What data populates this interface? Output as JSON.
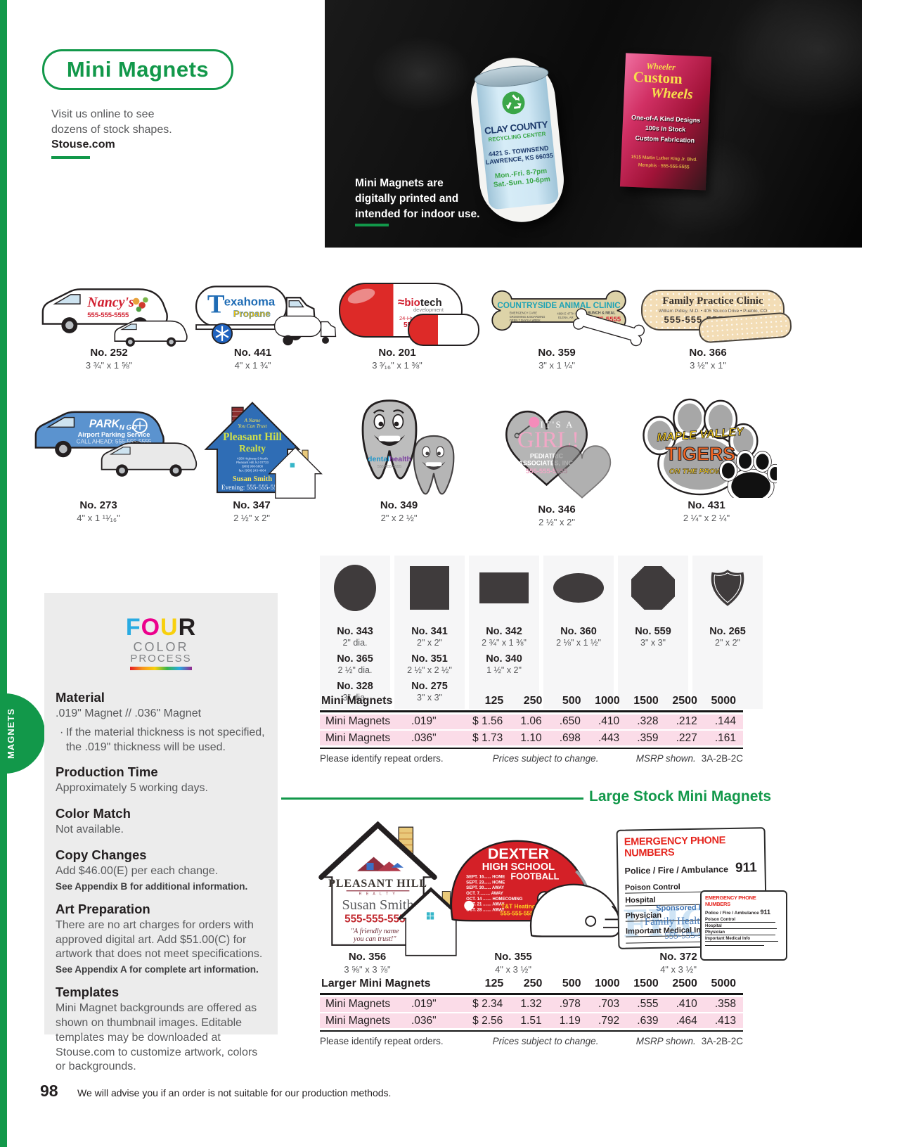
{
  "page": {
    "title": "Mini Magnets",
    "intro_line1": "Visit us online to see",
    "intro_line2": "dozens of stock shapes.",
    "intro_site": "Stouse.com",
    "sidebar_tab": "MAGNETS",
    "page_number": "98",
    "footer_note": "We will advise you if an order is not suitable for our production methods.",
    "large_stock_heading": "Large Stock Mini Magnets"
  },
  "hero": {
    "caption_line1": "Mini Magnets are",
    "caption_line2": "digitally printed and",
    "caption_line3": "intended for indoor use.",
    "can": {
      "title1": "CLAY COUNTY",
      "title2": "RECYCLING CENTER",
      "addr1": "4421 S. TOWNSEND",
      "addr2": "LAWRENCE, KS 66035",
      "hours1": "Mon.-Fri.  8-7pm",
      "hours2": "Sat.-Sun.  10-6pm"
    },
    "wheels": {
      "brand1": "Wheeler",
      "brand2": "Custom",
      "brand3": "Wheels",
      "line1": "One-of-A Kind Designs",
      "line2": "100s In Stock",
      "line3": "Custom Fabrication",
      "addr1": "1515 Martin Luther King Jr. Blvd.",
      "addr2": "Memphis  ·  555-555-5555"
    }
  },
  "products": {
    "p252": {
      "no": "No. 252",
      "size": "3 ¾\" x 1 ⅝\"",
      "brand": "Nancy's",
      "phone": "555-555-5555"
    },
    "p441": {
      "no": "No. 441",
      "size": "4\" x 1 ¾\"",
      "brandT": "T",
      "brand1": "exahoma",
      "brand2": "Propane"
    },
    "p201": {
      "no": "No. 201",
      "size": "3 ³⁄₁₆\" x 1 ⅜\"",
      "brand1": "bio",
      "brand2": "tech",
      "brand3": "development",
      "line1": "24-Hr. Prescriptions",
      "phone": "555-555-5555"
    },
    "p359": {
      "no": "No. 359",
      "size": "3\" x 1 ¼\"",
      "brand": "COUNTRYSIDE ANIMAL CLINIC",
      "left1": "EMERGENCY CARE",
      "left2": "GROOMING & BOARDING",
      "left3": "OPEN 7 DAYS A WEEK",
      "mid1": "4664 E 47TH ST",
      "mid2": "ELENA, AR",
      "right1": "DRS. BUNCH & NEAL",
      "phone": "555-555-5555"
    },
    "p366": {
      "no": "No. 366",
      "size": "3 ½\" x 1\"",
      "brand": "Family Practice Clinic",
      "line": "William Pidley, M.D.  •  405 Stucco Drive  •  Pueblo, CO",
      "phone": "555-555-5555"
    },
    "p273": {
      "no": "No. 273",
      "size": "4\" x 1 ¹¹⁄₁₆\"",
      "brand1": "PARK",
      "brand2": "N GO",
      "line1": "Airport Parking Service",
      "line2": "CALL AHEAD: 555-555-5555"
    },
    "p347": {
      "no": "No. 347",
      "size": "2 ½\" x 2\"",
      "tag1": "A Name",
      "tag2": "You Can Trust",
      "brand1": "Pleasant Hill",
      "brand2": "Realty",
      "addr1": "4200 Highway 9 North",
      "addr2": "Pleasant Hill, NJ 07733",
      "addr3": "(909) 908-5800",
      "addr4": "fax: (909) 243-4004",
      "agent": "Susan Smith",
      "phone": "Evening: 555-555-5555"
    },
    "p349": {
      "no": "No. 349",
      "size": "2\" x 2 ½\"",
      "brand1": "dental",
      "brand2": "health",
      "sub": "555-555-5555"
    },
    "p346": {
      "no": "No. 346",
      "size": "2 ½\" x 2\"",
      "line1": "IT'S A",
      "line2": "GIRL!",
      "org1": "PEDIATRIC",
      "org2": "ASSOCIATES, INC.",
      "phone": "555-555-5555"
    },
    "p431": {
      "no": "No. 431",
      "size": "2 ¼\" x 2 ¼\"",
      "arc": "MAPLE VALLEY",
      "brand": "TIGERS",
      "tag": "ON THE PROWL"
    },
    "p356": {
      "no": "No. 356",
      "size": "3 ⅝\" x 3 ⅞\"",
      "brand": "PLEASANT HILL",
      "realty": "R E A L T Y",
      "agent": "Susan Smith",
      "phone": "555-555-5555",
      "tag1": "\"A friendly name",
      "tag2": "you can trust!\""
    },
    "p355": {
      "no": "No. 355",
      "size": "4\" x 3 ½\"",
      "brand1": "DEXTER",
      "brand2": "HIGH SCHOOL",
      "brand3": "FOOTBALL",
      "sched": [
        "SEPT. 16...... HOME",
        "SEPT. 23...... HOME",
        "SEPT. 30...... AWAY",
        "OCT. 7......... AWAY",
        "OCT. 14 ....... HOMECOMING",
        "OCT. 21 ....... AWAY",
        "OCT. 28 ....... AWAY"
      ],
      "sponsor": "T&T Heating",
      "phone": "555-555-5555"
    },
    "p372": {
      "no": "No. 372",
      "size": "4\" x 3 ½\"",
      "title": "EMERGENCY PHONE NUMBERS",
      "row911_label": "Police / Fire / Ambulance",
      "row911_num": "911",
      "rows": [
        "Poison Control",
        "Hospital",
        "Physician",
        "Important Medical Info"
      ],
      "sponsor1": "Sponsored by the:",
      "sponsor2": "Family Health Center",
      "phone": "555-555-5555",
      "watermark": "FHC"
    }
  },
  "shapes": {
    "tiles": [
      {
        "shape": "circle",
        "labels": [
          {
            "no": "No. 343",
            "size": "2\" dia."
          },
          {
            "no": "No. 365",
            "size": "2 ½\" dia."
          },
          {
            "no": "No. 328",
            "size": "3\" dia."
          }
        ]
      },
      {
        "shape": "square",
        "labels": [
          {
            "no": "No. 341",
            "size": "2\" x 2\""
          },
          {
            "no": "No. 351",
            "size": "2 ½\" x 2 ½\""
          },
          {
            "no": "No. 275",
            "size": "3\" x 3\""
          }
        ]
      },
      {
        "shape": "rectangle",
        "labels": [
          {
            "no": "No. 342",
            "size": "2 ¾\" x 1 ⅜\""
          },
          {
            "no": "No. 340",
            "size": "1 ½\" x 2\""
          }
        ]
      },
      {
        "shape": "oval",
        "labels": [
          {
            "no": "No. 360",
            "size": "2 ⅛\" x 1 ½\""
          }
        ]
      },
      {
        "shape": "octagon",
        "labels": [
          {
            "no": "No. 559",
            "size": "3\" x 3\""
          }
        ]
      },
      {
        "shape": "shield",
        "labels": [
          {
            "no": "No. 265",
            "size": "2\" x 2\""
          }
        ]
      }
    ]
  },
  "info": {
    "four_color": {
      "l1a": "F",
      "l1b": "O",
      "l1c": "U",
      "l1d": "R",
      "l2": "COLOR",
      "l3": "PROCESS"
    },
    "material_h": "Material",
    "material_body": ".019\" Magnet   //   .036\" Magnet",
    "material_bullet": "If the material thickness is not specified, the .019\" thickness will be used.",
    "production_h": "Production Time",
    "production_body": "Approximately 5 working days.",
    "colormatch_h": "Color Match",
    "colormatch_body": "Not available.",
    "copy_h": "Copy Changes",
    "copy_body": "Add $46.00(E) per each change.",
    "copy_note": "See Appendix B for additional information.",
    "art_h": "Art Preparation",
    "art_body": "There are no art charges for orders with approved digital art. Add $51.00(C) for artwork that does not meet specifications.",
    "art_note": "See Appendix A for complete art information.",
    "templates_h": "Templates",
    "templates_body": "Mini Magnet backgrounds are offered as shown on thumbnail images. Editable templates may be downloaded at Stouse.com to customize artwork, colors or backgrounds."
  },
  "tables": {
    "small": {
      "title": "Mini Magnets",
      "quantities": [
        "125",
        "250",
        "500",
        "1000",
        "1500",
        "2500",
        "5000"
      ],
      "rows": [
        {
          "label": "Mini Magnets",
          "thickness": ".019\"",
          "prices": [
            "$ 1.56",
            "1.06",
            ".650",
            ".410",
            ".328",
            ".212",
            ".144"
          ]
        },
        {
          "label": "Mini Magnets",
          "thickness": ".036\"",
          "prices": [
            "$ 1.73",
            "1.10",
            ".698",
            ".443",
            ".359",
            ".227",
            ".161"
          ]
        }
      ],
      "foot_repeat": "Please identify repeat orders.",
      "foot_prices": "Prices subject to change.",
      "foot_msrp": "MSRP shown.",
      "foot_code": "3A-2B-2C"
    },
    "large": {
      "title": "Larger Mini Magnets",
      "quantities": [
        "125",
        "250",
        "500",
        "1000",
        "1500",
        "2500",
        "5000"
      ],
      "rows": [
        {
          "label": "Mini Magnets",
          "thickness": ".019\"",
          "prices": [
            "$ 2.34",
            "1.32",
            ".978",
            ".703",
            ".555",
            ".410",
            ".358"
          ]
        },
        {
          "label": "Mini Magnets",
          "thickness": ".036\"",
          "prices": [
            "$ 2.56",
            "1.51",
            "1.19",
            ".792",
            ".639",
            ".464",
            ".413"
          ]
        }
      ],
      "foot_repeat": "Please identify repeat orders.",
      "foot_prices": "Prices subject to change.",
      "foot_msrp": "MSRP shown.",
      "foot_code": "3A-2B-2C"
    }
  }
}
